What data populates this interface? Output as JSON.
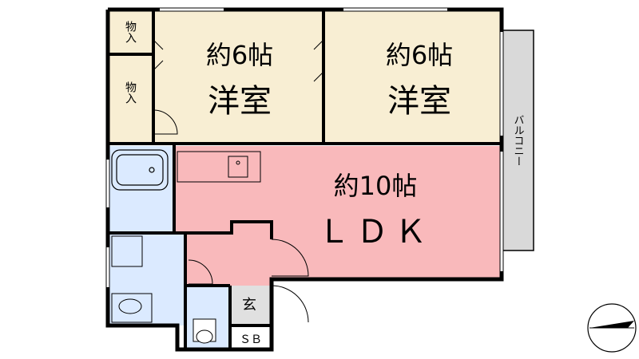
{
  "rooms": {
    "western_room_left": {
      "size": "約6帖",
      "name": "洋室"
    },
    "western_room_right": {
      "size": "約6帖",
      "name": "洋室"
    },
    "ldk": {
      "size": "約10帖",
      "name": "ＬＤＫ"
    }
  },
  "storage": {
    "upper": "物入",
    "lower": "物入"
  },
  "balcony": "バルコニー",
  "entrance": "玄",
  "shoe_box": "ＳＢ",
  "colors": {
    "western_room_fill": "#f8eed3",
    "ldk_fill": "#f9b9bb",
    "wet_area_fill": "#dbeaff",
    "balcony_fill": "#d9d9d9",
    "wall": "#000000"
  },
  "icons": [
    "compass-north-arrow-icon",
    "bathtub-icon",
    "washbasin-icon",
    "toilet-icon",
    "kitchen-sink-icon",
    "washing-machine-icon"
  ]
}
